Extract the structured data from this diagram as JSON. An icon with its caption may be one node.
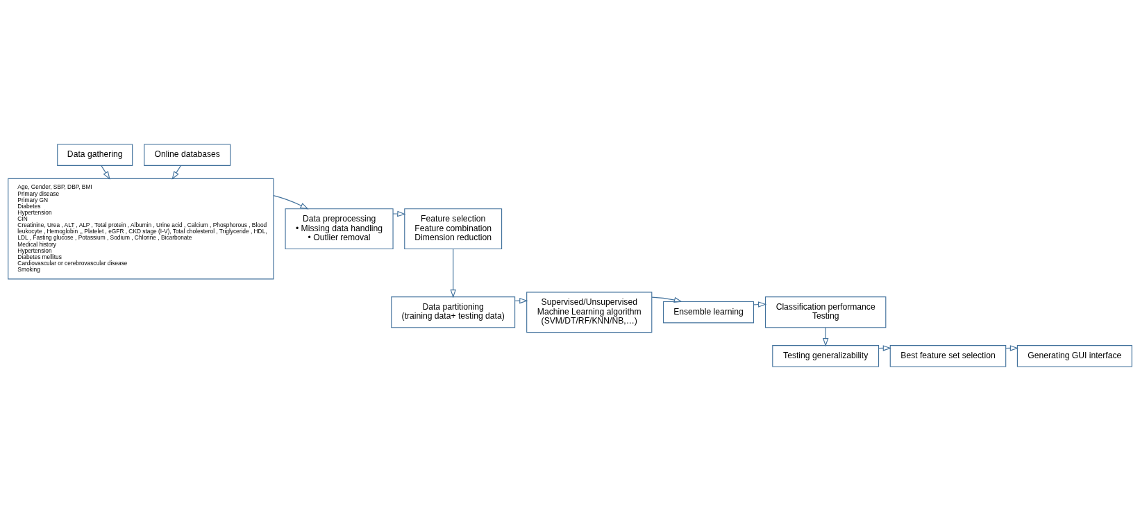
{
  "diagram": {
    "nodes": [
      {
        "text": [
          "Data gathering"
        ]
      },
      {
        "text": [
          "Online databases"
        ]
      },
      {
        "text": [
          "Age, Gender, SBP, DBP, BMI",
          "Primary disease",
          "Primary GN",
          "Diabetes",
          "Hypertension",
          "CIN",
          "Creatinine, Urea , ALT , ALP , Total protein , Albumin , Urine acid , Calcium , Phosphorous , Blood leukocyte , Hemoglobin ,, Platelet , eGFR , CKD stage (I-V), Total cholesterol , Triglyceride , HDL, LDL , Fasting glucose , Potassium , Sodium , Chlorine , Bicarbonate",
          "Medical history",
          "Hypertension",
          "Diabetes mellitus",
          "Cardiovascular or cerebrovascular disease",
          "Smoking"
        ]
      },
      {
        "text": [
          "Data preprocessing",
          "• Missing data handling",
          "• Outlier removal"
        ]
      },
      {
        "text": [
          "Feature selection",
          "Feature combination",
          "Dimension reduction"
        ]
      },
      {
        "text": [
          "Data partitioning",
          "(training data+ testing data)"
        ]
      },
      {
        "text": [
          "Supervised/Unsupervised",
          "Machine Learning algorithm",
          "(SVM/DT/RF/KNN/NB,…)"
        ]
      },
      {
        "text": [
          "Ensemble learning"
        ]
      },
      {
        "text": [
          "Classification performance",
          "Testing"
        ]
      },
      {
        "text": [
          "Testing generalizability"
        ]
      },
      {
        "text": [
          "Best feature set selection"
        ]
      },
      {
        "text": [
          "Generating GUI interface"
        ]
      }
    ],
    "edges": [
      {
        "from": 0,
        "to": 2,
        "arrow": "to"
      },
      {
        "from": 1,
        "to": 2,
        "arrow": "to"
      },
      {
        "from": 2,
        "to": 3,
        "arrow": "to"
      },
      {
        "from": 3,
        "to": 4,
        "arrow": "to"
      },
      {
        "from": 4,
        "to": 5,
        "arrow": "to"
      },
      {
        "from": 5,
        "to": 6,
        "arrow": "to"
      },
      {
        "from": 6,
        "to": 7,
        "arrow": "to"
      },
      {
        "from": 7,
        "to": 8,
        "arrow": "to"
      },
      {
        "from": 8,
        "to": 9,
        "arrow": "to"
      },
      {
        "from": 9,
        "to": 10,
        "arrow": "to"
      },
      {
        "from": 10,
        "to": 11,
        "arrow": "to"
      }
    ]
  }
}
